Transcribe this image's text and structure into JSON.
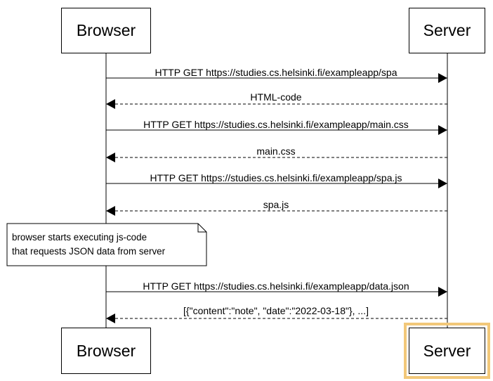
{
  "participants": {
    "browser_label": "Browser",
    "server_label": "Server"
  },
  "messages": [
    {
      "label": "HTTP GET https://studies.cs.helsinki.fi/exampleapp/spa",
      "direction": "to-server",
      "style": "solid"
    },
    {
      "label": "HTML-code",
      "direction": "to-browser",
      "style": "dashed"
    },
    {
      "label": "HTTP GET https://studies.cs.helsinki.fi/exampleapp/main.css",
      "direction": "to-server",
      "style": "solid"
    },
    {
      "label": "main.css",
      "direction": "to-browser",
      "style": "dashed"
    },
    {
      "label": "HTTP GET https://studies.cs.helsinki.fi/exampleapp/spa.js",
      "direction": "to-server",
      "style": "solid"
    },
    {
      "label": "spa.js",
      "direction": "to-browser",
      "style": "dashed"
    },
    {
      "label": "HTTP GET https://studies.cs.helsinki.fi/exampleapp/data.json",
      "direction": "to-server",
      "style": "solid"
    },
    {
      "label": "[{\"content\":\"note\", \"date\":\"2022-03-18\"}, ...]",
      "direction": "to-browser",
      "style": "dashed"
    }
  ],
  "note": {
    "line1": "browser starts executing js-code",
    "line2": "that requests JSON data from server"
  },
  "colors": {
    "line": "#000000",
    "highlight": "#f2c879"
  }
}
